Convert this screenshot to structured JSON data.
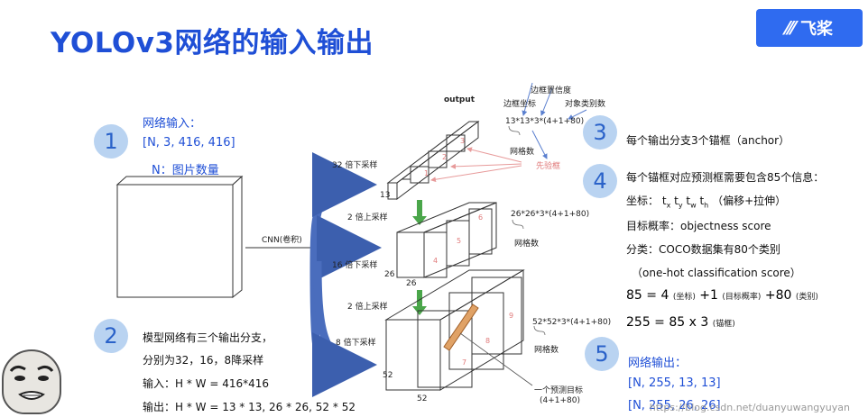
{
  "title": "YOLOv3网络的输入输出",
  "logo": {
    "icon": "paddle-logo-icon",
    "text": "飞桨"
  },
  "step1": {
    "num": "1",
    "heading": "网络输入：",
    "shape": "[N, 3, 416, 416]",
    "note": "N：图片数量"
  },
  "step2": {
    "num": "2",
    "line1": "模型网络有三个输出分支，",
    "line2": "分别为32，16，8降采样",
    "line3": "输入：H * W = 416*416",
    "line4": "输出：H * W = 13 * 13, 26 * 26, 52 * 52"
  },
  "step3": {
    "num": "3",
    "text": "每个输出分支3个锚框（anchor）"
  },
  "step4": {
    "num": "4",
    "line1": "每个锚框对应预测框需要包含85个信息：",
    "coord_label": "坐标：",
    "coord_vars": "tx ty tw th",
    "coord_note": "（偏移+拉伸）",
    "line3": "目标概率：objectness score",
    "line4": "分类：COCO数据集有80个类别",
    "line5": "（one-hot classification score）",
    "eq1_a": "85 = 4",
    "eq1_a_sub": "(坐标)",
    "eq1_b": "+1",
    "eq1_b_sub": "(目标概率)",
    "eq1_c": "+80",
    "eq1_c_sub": "(类别)",
    "eq2": "255 = 85 x 3",
    "eq2_sub": "(锚框)"
  },
  "step5": {
    "num": "5",
    "heading": "网络输出：",
    "out1": "[N, 255, 13, 13]",
    "out2": "[N, 255, 26, 26]"
  },
  "diagram": {
    "output": "output",
    "anchor_conf": "边框置信度",
    "bbox_coord": "边框坐标",
    "obj_class_count": "对象类别数",
    "formula13": "13*13*3*(4+1+80)",
    "grid_count": "网格数",
    "anchor_box": "先验框",
    "down32": "32 倍下采样",
    "down16": "16 倍下采样",
    "down8": "8 倍下采样",
    "up2_a": "2 倍上采样",
    "up2_b": "2 倍上采样",
    "cnn": "CNN(卷积)",
    "formula26": "26*26*3*(4+1+80)",
    "formula52": "52*52*3*(4+1+80)",
    "grid_count_2": "网格数",
    "grid_count_3": "网格数",
    "pred_target": "一个预测目标",
    "pred_formula": "(4+1+80)",
    "n13": "13",
    "n26a": "26",
    "n26b": "26",
    "n52a": "52",
    "n52b": "52",
    "c1": "3",
    "c2": "2",
    "c3": "1",
    "c4": "6",
    "c5": "5",
    "c6": "4",
    "c7": "9",
    "c8": "8",
    "c9": "7"
  },
  "watermark": "https://blog.csdn.net/duanyuwangyuyan"
}
